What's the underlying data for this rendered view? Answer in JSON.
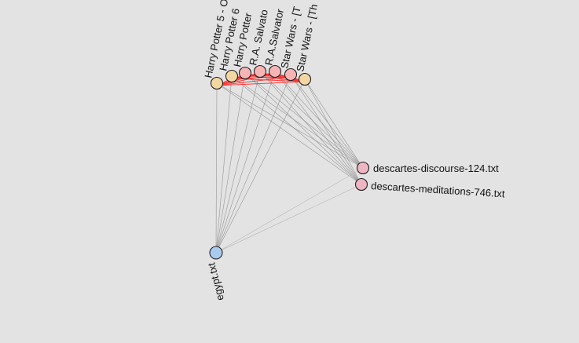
{
  "graph": {
    "top_nodes": [
      {
        "label": "Harry Potter 5 - O",
        "color": "#f3d7a3"
      },
      {
        "label": "Harry Potter 6",
        "color": "#f3d7a3"
      },
      {
        "label": "Harry Potter",
        "color": "#f7b4b4"
      },
      {
        "label": "R.A. Salvato",
        "color": "#f7b4b4"
      },
      {
        "label": "R.A.Salvator",
        "color": "#f7b4b4"
      },
      {
        "label": "Star Wars - [T",
        "color": "#f7b4b4"
      },
      {
        "label": "Star Wars - [Th",
        "color": "#f3d7a3"
      }
    ],
    "right_nodes": [
      {
        "label": "descartes-discourse-124.txt",
        "color": "#eeb5c2"
      },
      {
        "label": "descartes-meditations-746.txt",
        "color": "#eeb5c2"
      }
    ],
    "bottom_node": {
      "label": "egypt.txt",
      "color": "#a9cbef"
    },
    "colors": {
      "background": "#e3e3e3",
      "edge": "#8a8a8a",
      "red_edge": "#ff2a2a"
    }
  }
}
